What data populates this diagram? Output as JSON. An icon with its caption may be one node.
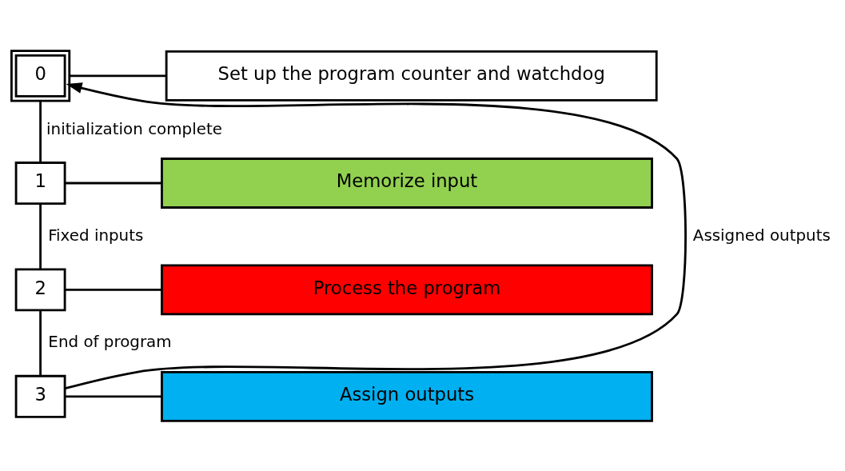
{
  "diagram": {
    "nodes": [
      {
        "text": [
          "0"
        ]
      },
      {
        "text": [
          "Set up the program counter and watchdog"
        ]
      },
      {
        "text": [
          "1"
        ]
      },
      {
        "text": [
          "Memorize input"
        ]
      },
      {
        "text": [
          "2"
        ]
      },
      {
        "text": [
          "Process the program"
        ]
      },
      {
        "text": [
          "3"
        ]
      },
      {
        "text": [
          "Assign outputs"
        ]
      }
    ],
    "edges": [
      {
        "from": 0,
        "to": 1,
        "arrow": "none"
      },
      {
        "from": 0,
        "to": 2,
        "arrow": "none",
        "label": "initialization complete"
      },
      {
        "from": 2,
        "to": 3,
        "arrow": "none"
      },
      {
        "from": 2,
        "to": 4,
        "arrow": "none",
        "label": "Fixed inputs"
      },
      {
        "from": 4,
        "to": 5,
        "arrow": "none"
      },
      {
        "from": 4,
        "to": 6,
        "arrow": "none",
        "label": "End of program"
      },
      {
        "from": 6,
        "to": 7,
        "arrow": "none"
      },
      {
        "from": 6,
        "to": 0,
        "arrow": "to",
        "label": "Assigned outputs"
      }
    ]
  }
}
